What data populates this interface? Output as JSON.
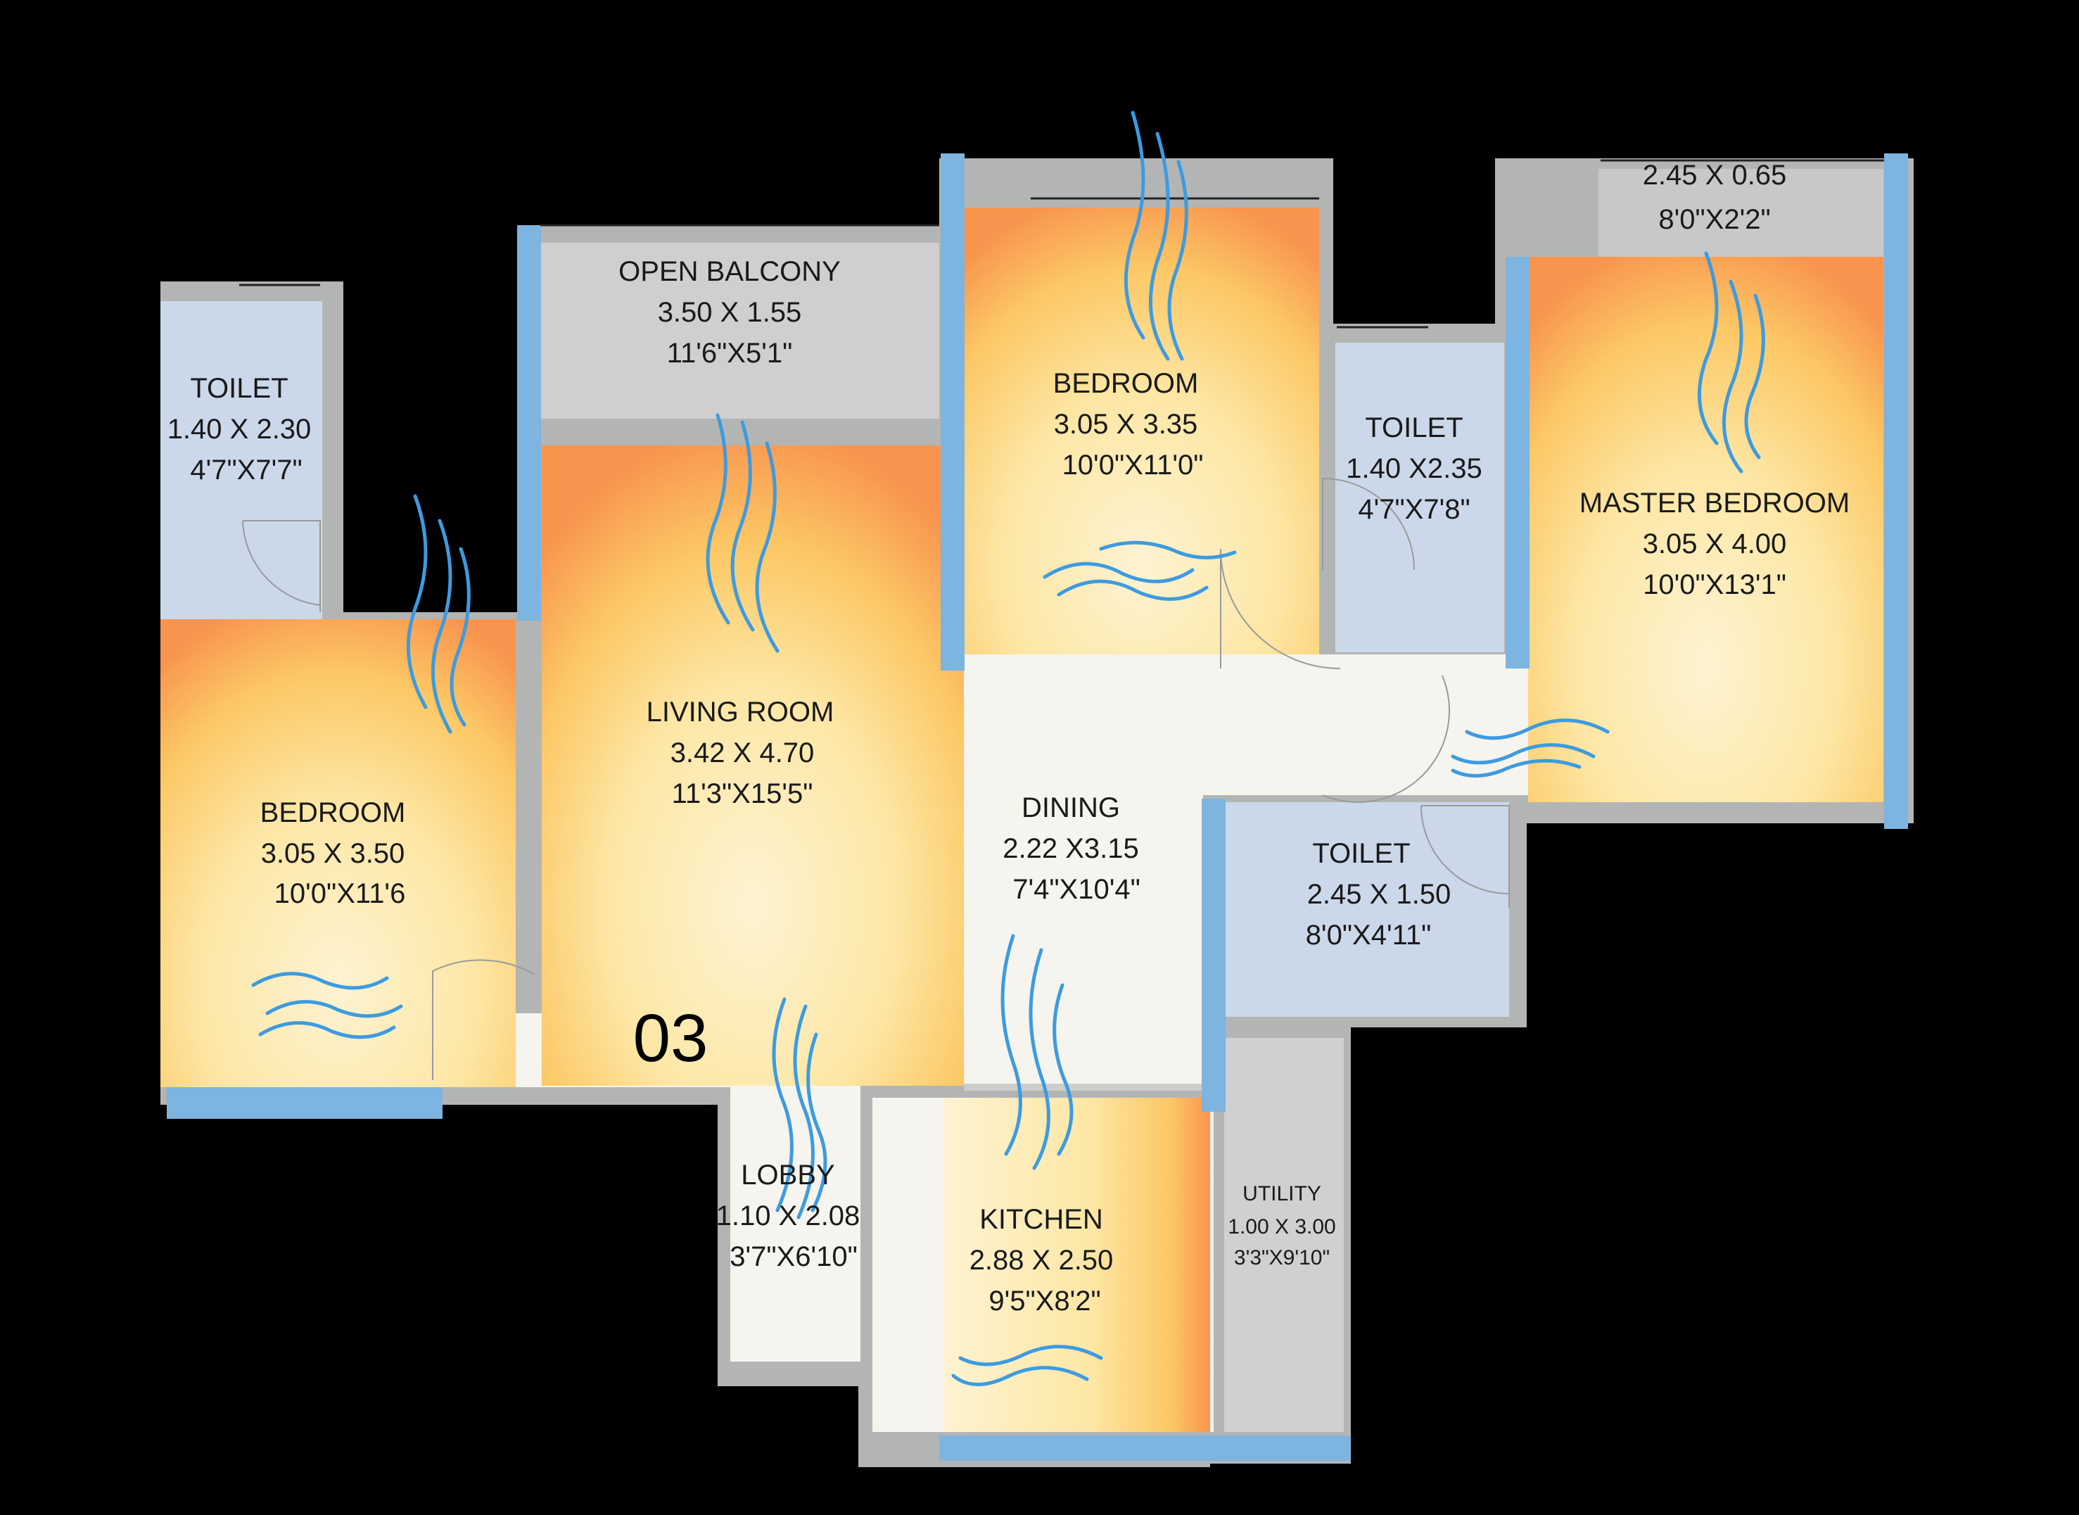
{
  "unit_number": "03",
  "colors": {
    "background": "#000000",
    "wall": "#b3b5b4",
    "window": "#7db4e0",
    "floor": "#f6f4ee",
    "toilet_floor": "#cbd8ea",
    "warm_center": "#fdf3d2",
    "warm_mid": "#fcd36c",
    "warm_edge": "#f8944e",
    "airflow": "#3d9be0"
  },
  "rooms": [
    {
      "id": "toilet_left",
      "name": "TOILET",
      "metric": "1.40 X 2.30",
      "imperial": "4'7\"X7'7\""
    },
    {
      "id": "bedroom_left",
      "name": "BEDROOM",
      "metric": "3.05 X 3.50",
      "imperial": "10'0\"X11'6"
    },
    {
      "id": "open_balcony",
      "name": "OPEN BALCONY",
      "metric": "3.50 X 1.55",
      "imperial": "11'6\"X5'1\""
    },
    {
      "id": "living_room",
      "name": "LIVING ROOM",
      "metric": "3.42 X 4.70",
      "imperial": "11'3\"X15'5\""
    },
    {
      "id": "bedroom_top",
      "name": "BEDROOM",
      "metric": "3.05 X 3.35",
      "imperial": "10'0\"X11'0\""
    },
    {
      "id": "toilet_mid",
      "name": "TOILET",
      "metric": "1.40 X2.35",
      "imperial": "4'7\"X7'8\""
    },
    {
      "id": "master_bedroom",
      "name": "MASTER BEDROOM",
      "metric": "3.05 X 4.00",
      "imperial": "10'0\"X13'1\""
    },
    {
      "id": "master_balcony",
      "name": "",
      "metric": "2.45 X 0.65",
      "imperial": "8'0\"X2'2\""
    },
    {
      "id": "dining",
      "name": "DINING",
      "metric": "2.22 X3.15",
      "imperial": "7'4\"X10'4\""
    },
    {
      "id": "toilet_right",
      "name": "TOILET",
      "metric": "2.45 X 1.50",
      "imperial": "8'0\"X4'11\""
    },
    {
      "id": "lobby",
      "name": "LOBBY",
      "metric": "1.10 X 2.08",
      "imperial": "3'7\"X6'10\""
    },
    {
      "id": "kitchen",
      "name": "KITCHEN",
      "metric": "2.88 X 2.50",
      "imperial": "9'5\"X8'2\""
    },
    {
      "id": "utility",
      "name": "UTILITY",
      "metric": "1.00 X 3.00",
      "imperial": "3'3\"X9'10\""
    }
  ]
}
